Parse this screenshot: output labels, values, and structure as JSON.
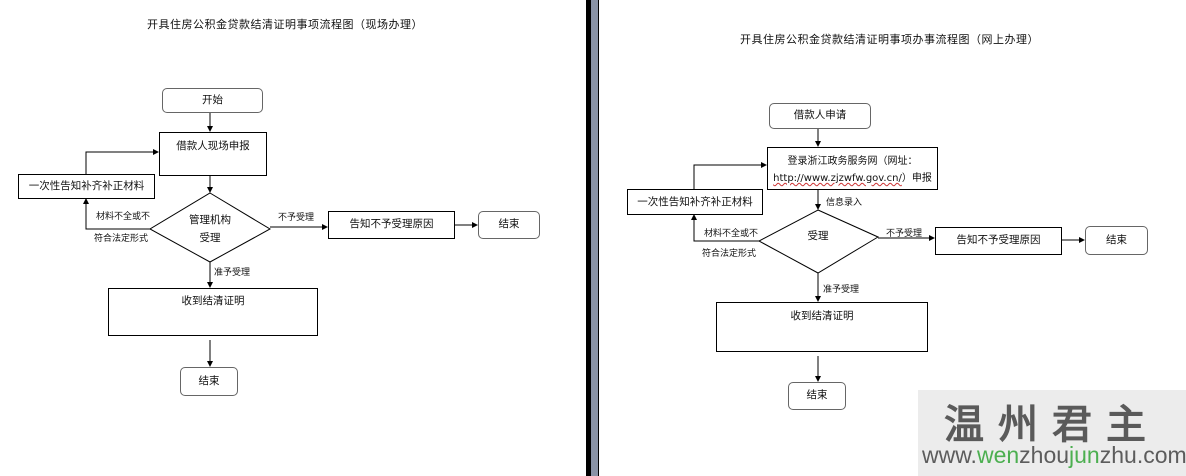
{
  "left": {
    "title": "开具住房公积金贷款结清证明事项流程图（现场办理）",
    "start": "开始",
    "apply": "借款人现场申报",
    "notify_supplement": "一次性告知补齐补正材料",
    "decision_line1": "管理机构",
    "decision_line2": "受理",
    "incomplete_line1": "材料不全或不",
    "incomplete_line2": "符合法定形式",
    "reject_label": "不予受理",
    "reject_box": "告知不予受理原因",
    "end_right": "结束",
    "accept_label": "准予受理",
    "receive": "收到结清证明",
    "end_bottom": "结束"
  },
  "right": {
    "title": "开具住房公积金贷款结清证明事项办事流程图（网上办理）",
    "start": "借款人申请",
    "apply_line1": "登录浙江政务服务网（网址：",
    "apply_url": "http://www.zjzwfw.gov.cn/",
    "apply_suffix": "）申报",
    "info_entry": "信息录入",
    "notify_supplement": "一次性告知补齐补正材料",
    "decision": "受理",
    "incomplete_line1": "材料不全或不",
    "incomplete_line2": "符合法定形式",
    "reject_label": "不予受理",
    "reject_box": "告知不予受理原因",
    "end_right": "结束",
    "accept_label": "准予受理",
    "receive": "收到结清证明",
    "end_bottom": "结束"
  },
  "watermark": {
    "chinese": "温州君主",
    "url_prefix": "www.",
    "url_part1": "wen",
    "url_part2": "zhou",
    "url_part3": "jun",
    "url_part4": "zhu.com",
    "accent_color": "#4caf50"
  }
}
